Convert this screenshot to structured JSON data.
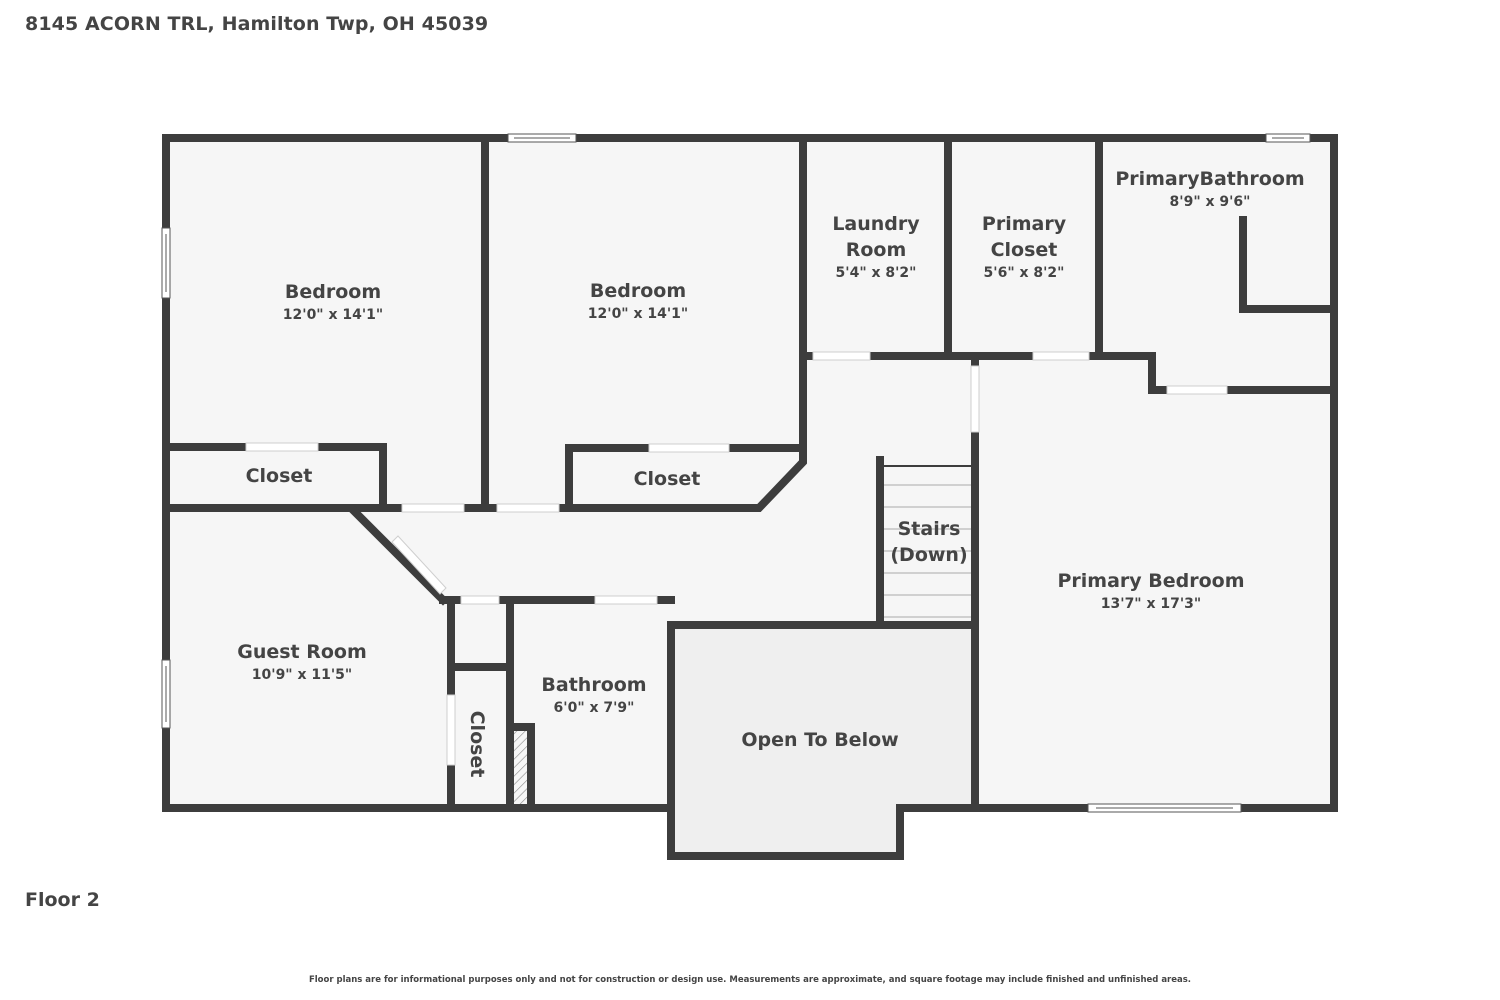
{
  "header": {
    "address": "8145 ACORN TRL, Hamilton Twp, OH 45039"
  },
  "floor": {
    "label": "Floor 2"
  },
  "footer": {
    "disclaimer": "Floor plans are for informational purposes only and not for construction or design use. Measurements are approximate, and square footage may include finished and unfinished areas."
  },
  "colors": {
    "wall": "#3d3d3d",
    "room_fill": "#f6f6f6",
    "open_to_below_fill": "#efefef",
    "text": "#444444",
    "background": "#ffffff"
  },
  "rooms": {
    "bedroom_1": {
      "name": "Bedroom",
      "dims": "12'0\" x 14'1\""
    },
    "bedroom_2": {
      "name": "Bedroom",
      "dims": "12'0\" x 14'1\""
    },
    "laundry": {
      "name_line1": "Laundry",
      "name_line2": "Room",
      "dims": "5'4\" x 8'2\""
    },
    "primary_closet": {
      "name_line1": "Primary",
      "name_line2": "Closet",
      "dims": "5'6\" x 8'2\""
    },
    "primary_bathroom": {
      "name": "PrimaryBathroom",
      "dims": "8'9\" x 9'6\""
    },
    "closet_1": {
      "name": "Closet"
    },
    "closet_2": {
      "name": "Closet"
    },
    "closet_3": {
      "name": "Closet"
    },
    "stairs": {
      "name_line1": "Stairs",
      "name_line2": "(Down)"
    },
    "primary_bedroom": {
      "name": "Primary Bedroom",
      "dims": "13'7\" x 17'3\""
    },
    "guest_room": {
      "name": "Guest Room",
      "dims": "10'9\" x 11'5\""
    },
    "bathroom": {
      "name": "Bathroom",
      "dims": "6'0\" x 7'9\""
    },
    "open_to_below": {
      "name": "Open To Below"
    }
  }
}
